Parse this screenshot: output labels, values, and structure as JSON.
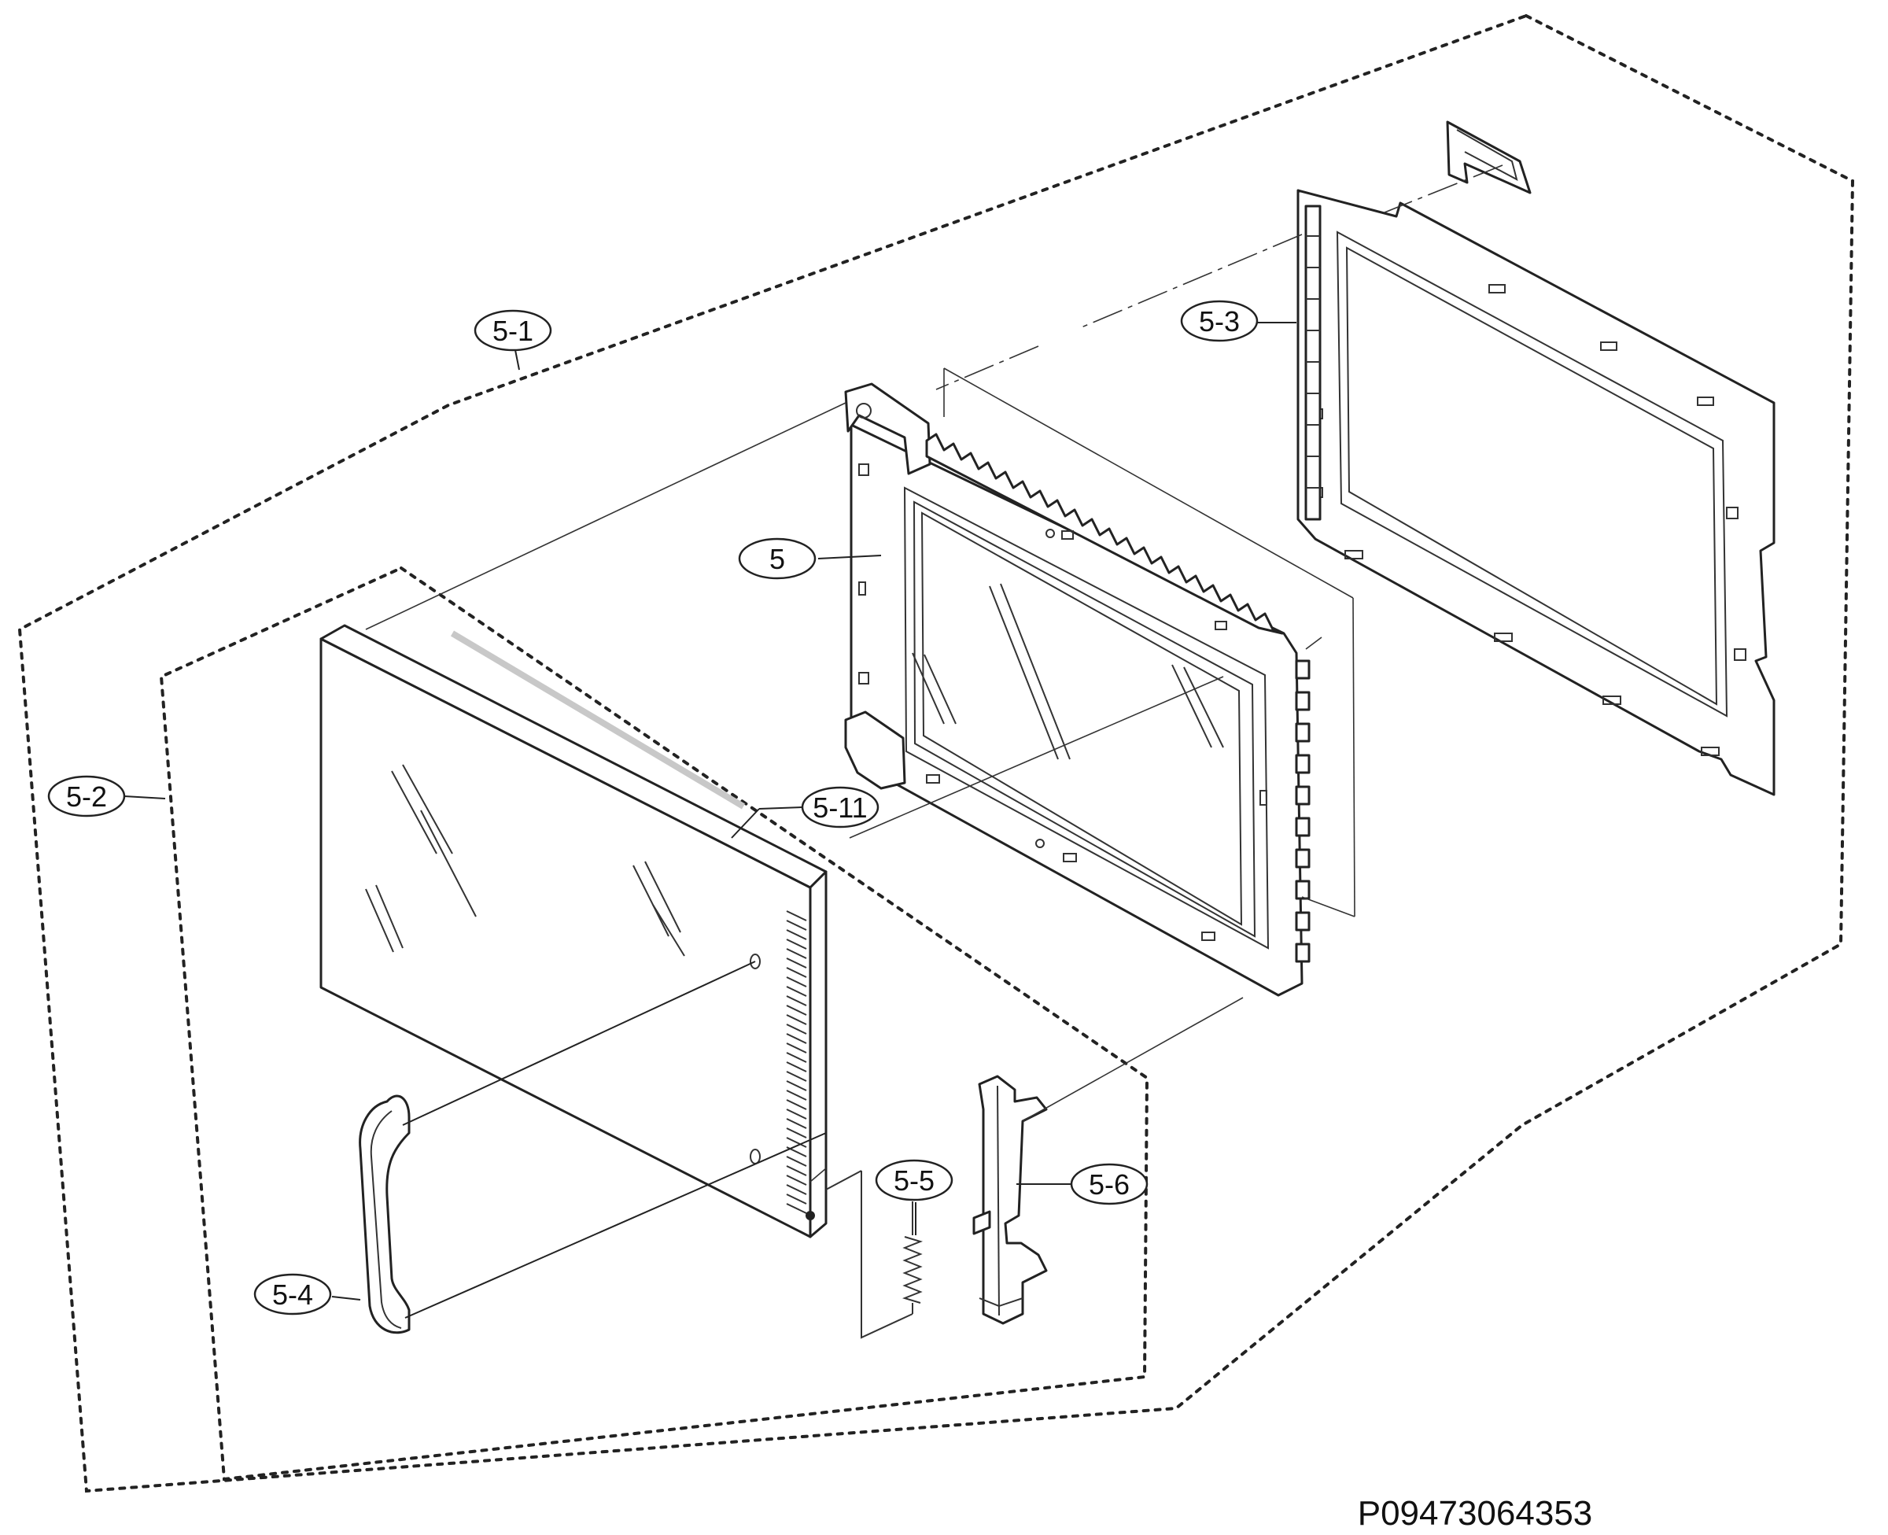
{
  "diagram": {
    "callouts": {
      "door_assembly": "5-1",
      "door_frame_assembly": "5-2",
      "choke_cover": "5-3",
      "handle": "5-4",
      "spring": "5-5",
      "latch": "5-6",
      "door_main": "5",
      "seal_strip": "5-11"
    },
    "part_code": "P09473064353"
  }
}
